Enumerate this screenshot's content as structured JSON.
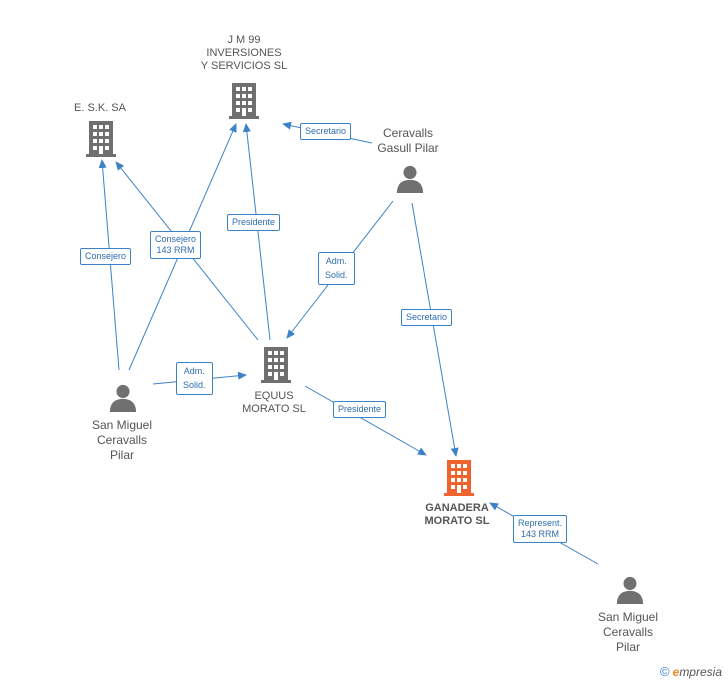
{
  "nodes": {
    "jm99": {
      "lines": [
        "J M 99",
        "INVERSIONES",
        "Y SERVICIOS SL"
      ],
      "kind": "company"
    },
    "esk": {
      "lines": [
        "E. S.K. SA"
      ],
      "kind": "company"
    },
    "equus": {
      "lines": [
        "EQUUS",
        "MORATO SL"
      ],
      "kind": "company"
    },
    "ganadera": {
      "lines": [
        "GANADERA",
        "MORATO SL"
      ],
      "kind": "company-focus"
    },
    "ceravalls_gasull": {
      "lines": [
        "Ceravalls",
        "Gasull Pilar"
      ],
      "kind": "person"
    },
    "sanmiguel_left": {
      "lines": [
        "San Miguel",
        "Ceravalls",
        "Pilar"
      ],
      "kind": "person"
    },
    "sanmiguel_right": {
      "lines": [
        "San Miguel",
        "Ceravalls",
        "Pilar"
      ],
      "kind": "person"
    }
  },
  "edges": {
    "secretario_top": [
      "Secretario"
    ],
    "consejero_left": [
      "Consejero"
    ],
    "consejero_mid": [
      "Consejero",
      "143 RRM"
    ],
    "presidente_top": [
      "Presidente"
    ],
    "adm_solid_right": [
      "Adm.",
      "Solid."
    ],
    "secretario_right": [
      "Secretario"
    ],
    "adm_solid_left": [
      "Adm.",
      "Solid."
    ],
    "presidente_bottom": [
      "Presidente"
    ],
    "represent": [
      "Represent.",
      "143 RRM"
    ]
  },
  "brand": {
    "copyright": "©",
    "e": "e",
    "rest": "mpresia"
  },
  "colors": {
    "edge": "#3b82c8",
    "company": "#6f6f6f",
    "focus": "#f0632f",
    "person": "#707070"
  }
}
